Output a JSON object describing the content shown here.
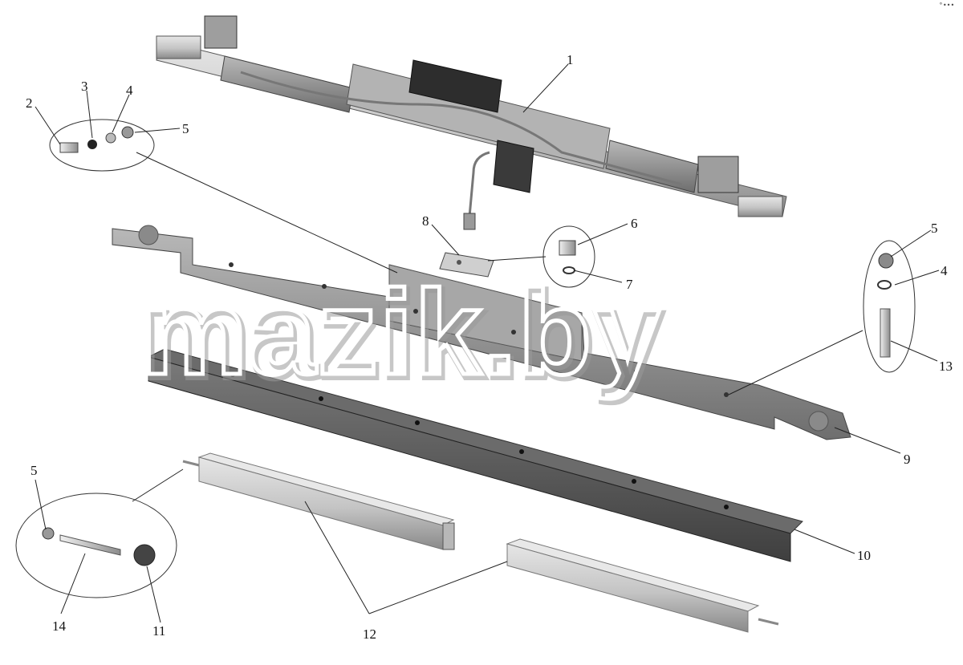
{
  "diagram": {
    "watermark": "mazik.by",
    "corner_mark": "°•••",
    "callouts": {
      "c1": "1",
      "c2": "2",
      "c3": "3",
      "c4a": "4",
      "c5a": "5",
      "c6": "6",
      "c7": "7",
      "c8": "8",
      "c5b": "5",
      "c4b": "4",
      "c13": "13",
      "c9": "9",
      "c10": "10",
      "c5c": "5",
      "c14": "14",
      "c11": "11",
      "c12": "12"
    },
    "colors": {
      "part_dark": "#555555",
      "part_mid": "#8d8d8d",
      "part_light": "#c8c8c8",
      "line": "#222222"
    }
  }
}
